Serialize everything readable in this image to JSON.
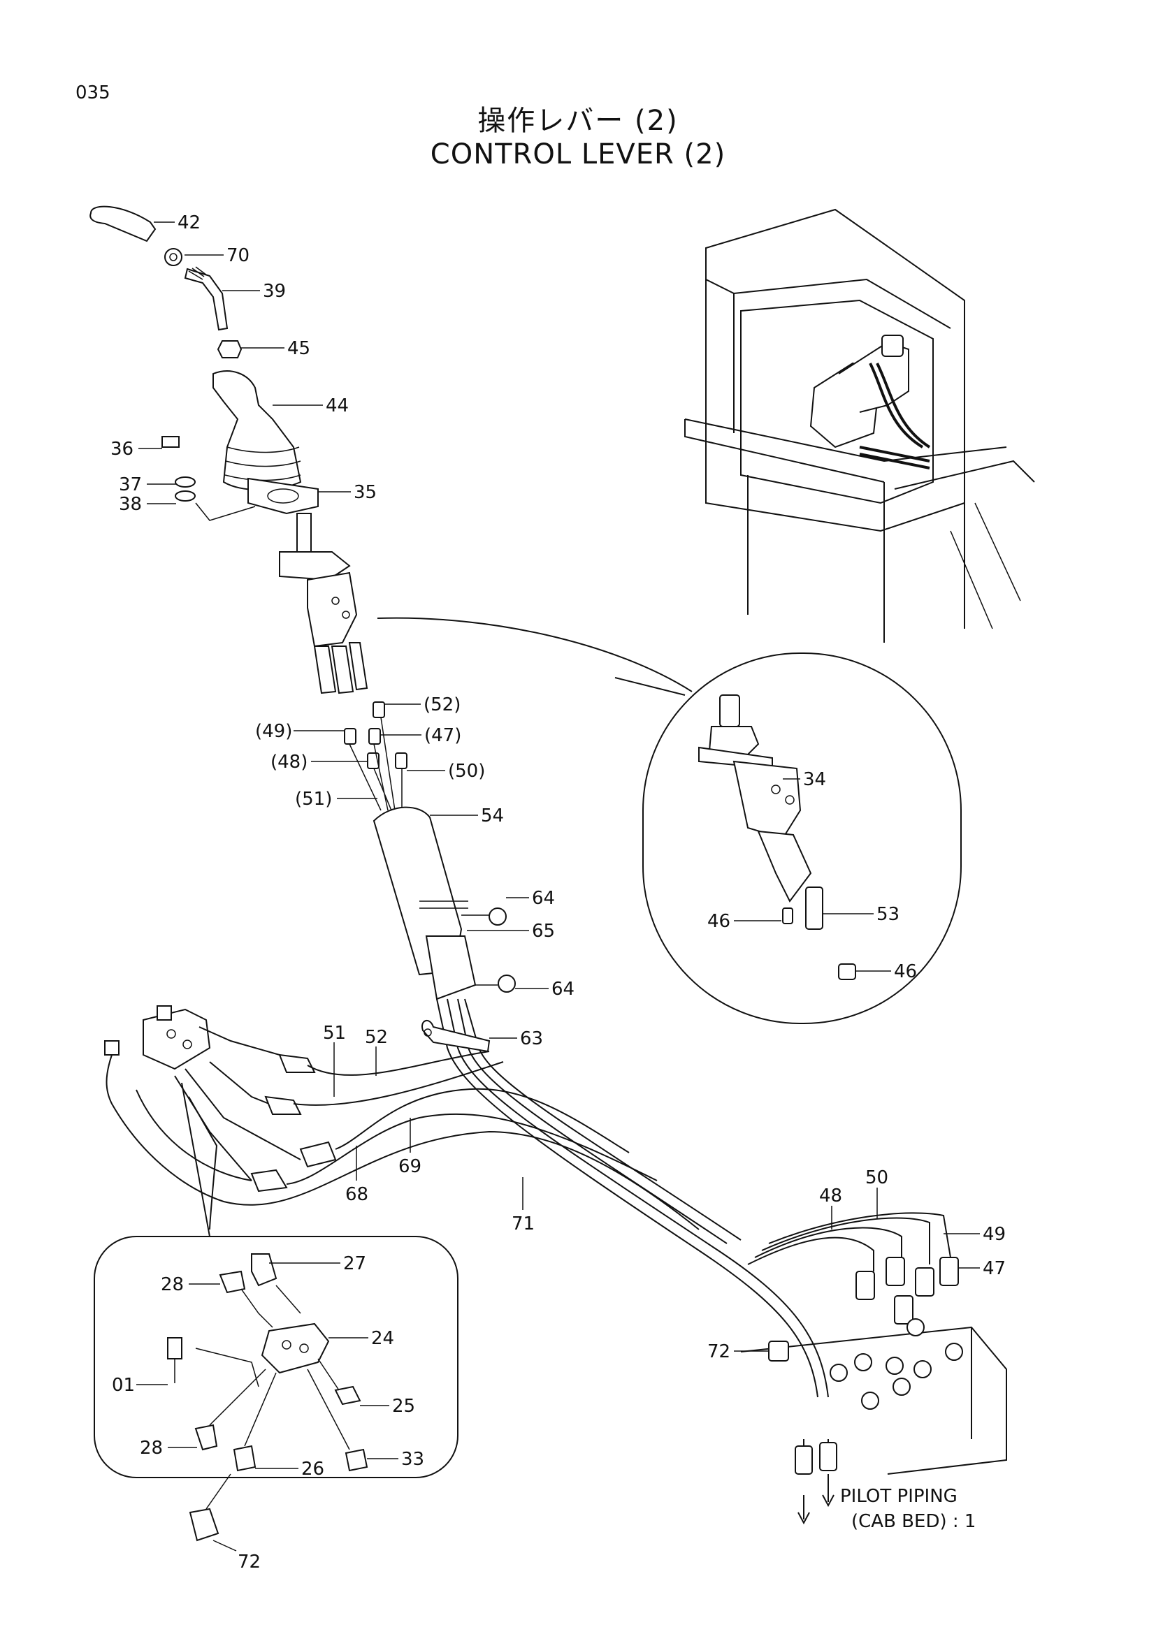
{
  "page_number": "035",
  "title_jp": "操作レバー (2)",
  "title_en": "CONTROL LEVER (2)",
  "note_pilot_piping_line1": "PILOT PIPING",
  "note_pilot_piping_line2": "(CAB BED) : 1",
  "callouts": [
    {
      "id": "42",
      "label": "42"
    },
    {
      "id": "70",
      "label": "70"
    },
    {
      "id": "39",
      "label": "39"
    },
    {
      "id": "45",
      "label": "45"
    },
    {
      "id": "44",
      "label": "44"
    },
    {
      "id": "36",
      "label": "36"
    },
    {
      "id": "37",
      "label": "37"
    },
    {
      "id": "38",
      "label": "38"
    },
    {
      "id": "35",
      "label": "35"
    },
    {
      "id": "52p",
      "label": "(52)"
    },
    {
      "id": "49p",
      "label": "(49)"
    },
    {
      "id": "47p",
      "label": "(47)"
    },
    {
      "id": "48p",
      "label": "(48)"
    },
    {
      "id": "50p",
      "label": "(50)"
    },
    {
      "id": "51p",
      "label": "(51)"
    },
    {
      "id": "54",
      "label": "54"
    },
    {
      "id": "64a",
      "label": "64"
    },
    {
      "id": "65",
      "label": "65"
    },
    {
      "id": "64b",
      "label": "64"
    },
    {
      "id": "63",
      "label": "63"
    },
    {
      "id": "51",
      "label": "51"
    },
    {
      "id": "52",
      "label": "52"
    },
    {
      "id": "68",
      "label": "68"
    },
    {
      "id": "69",
      "label": "69"
    },
    {
      "id": "71",
      "label": "71"
    },
    {
      "id": "48",
      "label": "48"
    },
    {
      "id": "50",
      "label": "50"
    },
    {
      "id": "49",
      "label": "49"
    },
    {
      "id": "47",
      "label": "47"
    },
    {
      "id": "72a",
      "label": "72"
    },
    {
      "id": "34",
      "label": "34"
    },
    {
      "id": "46a",
      "label": "46"
    },
    {
      "id": "53",
      "label": "53"
    },
    {
      "id": "46b",
      "label": "46"
    },
    {
      "id": "27",
      "label": "27"
    },
    {
      "id": "28a",
      "label": "28"
    },
    {
      "id": "24",
      "label": "24"
    },
    {
      "id": "01",
      "label": "01"
    },
    {
      "id": "25",
      "label": "25"
    },
    {
      "id": "28b",
      "label": "28"
    },
    {
      "id": "26",
      "label": "26"
    },
    {
      "id": "33",
      "label": "33"
    },
    {
      "id": "72b",
      "label": "72"
    }
  ]
}
